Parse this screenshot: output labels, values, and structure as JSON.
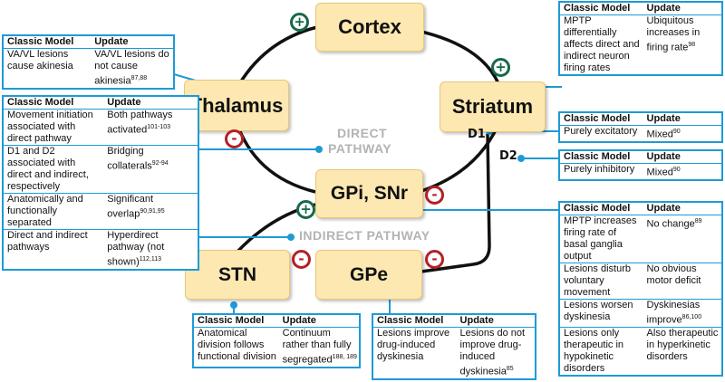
{
  "nodes": {
    "cortex": "Cortex",
    "striatum": "Striatum",
    "thalamus": "Thalamus",
    "gpi_snr": "GPi, SNr",
    "stn": "STN",
    "gpe": "GPe"
  },
  "pathway_labels": {
    "direct_line1": "DIRECT",
    "direct_line2": "PATHWAY",
    "indirect": "INDIRECT PATHWAY"
  },
  "receptor_labels": {
    "d1": "D1",
    "d2": "D2"
  },
  "signs": {
    "plus": "+",
    "minus": "-"
  },
  "headers": {
    "classic": "Classic Model",
    "update": "Update"
  },
  "colors": {
    "node_fill": "#fde8b2",
    "box_border": "#1e9ad6",
    "plus": "#17694a",
    "minus": "#b42026",
    "pathway_label": "#b3b3b3"
  },
  "tables": {
    "thalamus": [
      {
        "classic": "VA/VL lesions cause akinesia",
        "update": "VA/VL lesions do not cause akinesia",
        "ref": "87,88"
      }
    ],
    "pathways": [
      {
        "classic": "Movement initiation associated with direct pathway",
        "update": "Both pathways activated",
        "ref": "101-103"
      },
      {
        "classic": "D1 and D2 associated with direct and indirect, respectively",
        "update": "Bridging collaterals",
        "ref": "92-94"
      },
      {
        "classic": "Anatomically and functionally separated",
        "update": "Significant overlap",
        "ref": "90,91,95"
      },
      {
        "classic": "Direct and indirect pathways",
        "update": "Hyperdirect pathway (not shown)",
        "ref": "112,113"
      }
    ],
    "striatum": [
      {
        "classic": "MPTP differentially affects direct and indirect neuron firing rates",
        "update": "Ubiquitous increases in firing rate",
        "ref": "98"
      }
    ],
    "d1": [
      {
        "classic": "Purely excitatory",
        "update": "Mixed",
        "ref": "90"
      }
    ],
    "d2": [
      {
        "classic": "Purely inhibitory",
        "update": "Mixed",
        "ref": "90"
      }
    ],
    "gpi": [
      {
        "classic": "MPTP increases firing rate of basal ganglia output",
        "update": "No change",
        "ref": "89"
      },
      {
        "classic": "Lesions disturb voluntary movement",
        "update": "No obvious motor deficit",
        "ref": ""
      },
      {
        "classic": "Lesions worsen dyskinesia",
        "update": "Dyskinesias improve",
        "ref": "86,100"
      },
      {
        "classic": "Lesions only therapeutic in hypokinetic disorders",
        "update": "Also therapeutic in hyperkinetic disorders",
        "ref": ""
      }
    ],
    "stn": [
      {
        "classic": "Anatomical division follows functional division",
        "update": "Continuum rather than fully segregated",
        "ref": "188, 189"
      }
    ],
    "gpe": [
      {
        "classic": "Lesions improve drug-induced dyskinesia",
        "update": "Lesions do not improve drug-induced dyskinesia",
        "ref": "85"
      }
    ]
  }
}
